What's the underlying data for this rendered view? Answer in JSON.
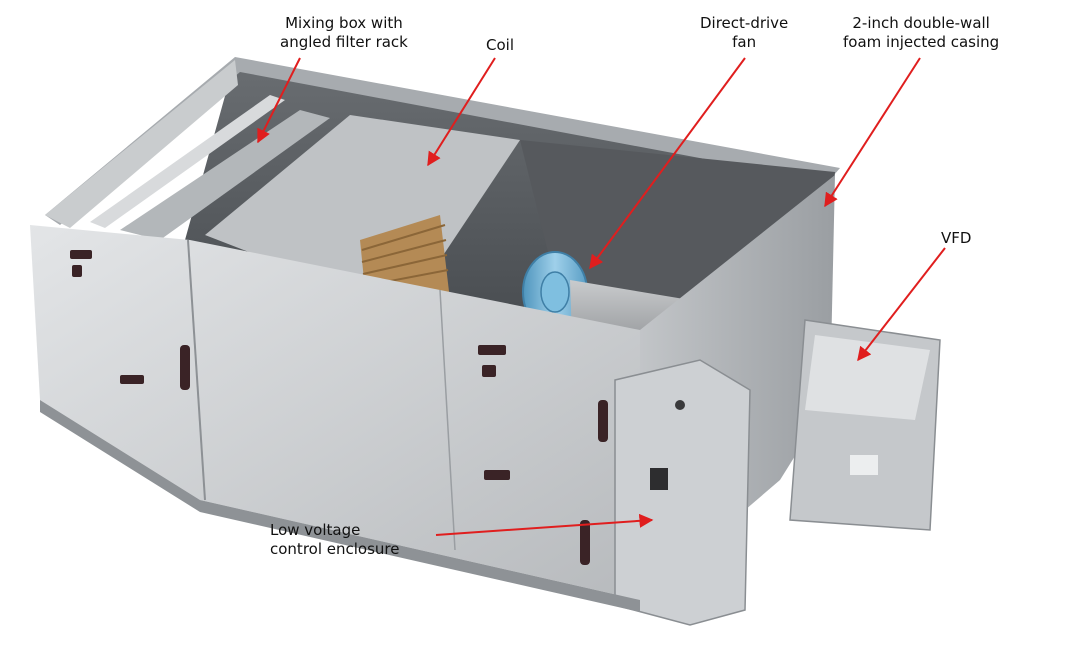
{
  "colors": {
    "arrow": "#e01e1e",
    "casing_light": "#d6d8da",
    "casing_mid": "#b9bcbf",
    "casing_dark": "#8e9296",
    "interior": "#5d6165",
    "fan_blue": "#6aaed3",
    "coil_copper": "#b48a55",
    "handle": "#3a2326"
  },
  "callouts": [
    {
      "id": "mixing-box",
      "lines": [
        "Mixing box with",
        "angled filter rack"
      ]
    },
    {
      "id": "coil",
      "lines": [
        "Coil"
      ]
    },
    {
      "id": "fan",
      "lines": [
        "Direct-drive",
        "fan"
      ]
    },
    {
      "id": "casing",
      "lines": [
        "2-inch double-wall",
        "foam injected casing"
      ]
    },
    {
      "id": "vfd",
      "lines": [
        "VFD"
      ]
    },
    {
      "id": "control-enclosure",
      "lines": [
        "Low voltage",
        "control enclosure"
      ]
    }
  ]
}
